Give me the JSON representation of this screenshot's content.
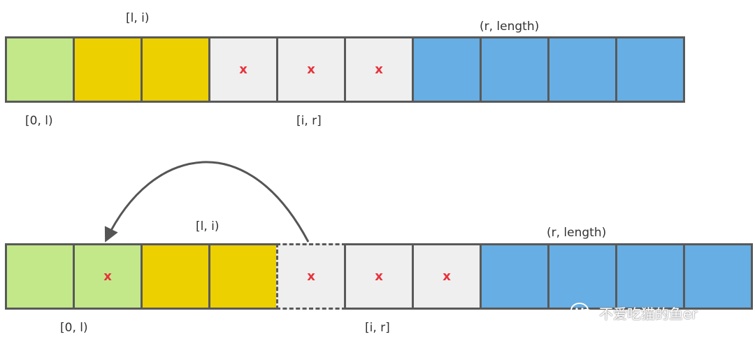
{
  "colors": {
    "green": "#c3e88a",
    "yellow": "#ecd000",
    "gray": "#efefef",
    "blue": "#66aee3",
    "border": "#595959",
    "mark": "#e8323c",
    "arrow": "#555555"
  },
  "rows": [
    {
      "cells": [
        {
          "color": "green",
          "mark": ""
        },
        {
          "color": "yellow",
          "mark": ""
        },
        {
          "color": "yellow",
          "mark": ""
        },
        {
          "color": "gray",
          "mark": "x"
        },
        {
          "color": "gray",
          "mark": "x"
        },
        {
          "color": "gray",
          "mark": "x"
        },
        {
          "color": "blue",
          "mark": ""
        },
        {
          "color": "blue",
          "mark": ""
        },
        {
          "color": "blue",
          "mark": ""
        },
        {
          "color": "blue",
          "mark": ""
        }
      ],
      "labels": {
        "left_bottom": "[0, l)",
        "l_i_top": "[l, i)",
        "i_r_bottom": "[i, r]",
        "r_length_top": "(r, length)"
      }
    },
    {
      "cells": [
        {
          "color": "green",
          "mark": ""
        },
        {
          "color": "green",
          "mark": "x"
        },
        {
          "color": "yellow",
          "mark": ""
        },
        {
          "color": "yellow",
          "mark": ""
        },
        {
          "color": "gray",
          "mark": "x",
          "dashed": true
        },
        {
          "color": "gray",
          "mark": "x"
        },
        {
          "color": "gray",
          "mark": "x"
        },
        {
          "color": "blue",
          "mark": ""
        },
        {
          "color": "blue",
          "mark": ""
        },
        {
          "color": "blue",
          "mark": ""
        },
        {
          "color": "blue",
          "mark": ""
        }
      ],
      "labels": {
        "left_bottom": "[0, l)",
        "l_i_top": "[l, i)",
        "i_r_bottom": "[i, r]",
        "r_length_top": "(r, length)"
      }
    }
  ],
  "watermark": {
    "icon": "wechat-icon",
    "text": "不爱吃猫的鱼er"
  }
}
